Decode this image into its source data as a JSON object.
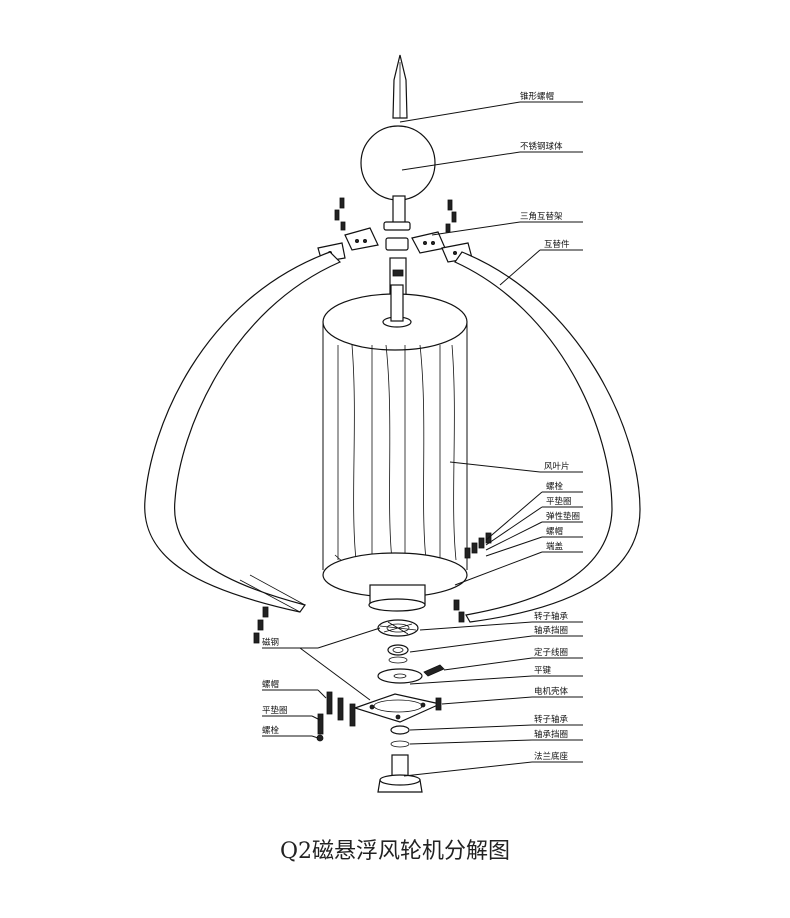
{
  "caption": "Q2磁悬浮风轮机分解图",
  "labels": {
    "cone_nut": "锥形螺帽",
    "steel_ball": "不锈钢球体",
    "triangle_bracket": "三角互替架",
    "support_arm": "互替件",
    "blade": "风叶片",
    "nut_r": "螺栓",
    "flat_washer_r": "平垫圈",
    "spring_washer_r": "弹性垫圈",
    "bolt_r": "螺帽",
    "end_cap": "端盖",
    "magnet_steel": "磁钢",
    "rotor_bearing_1": "转子轴承",
    "bearing_retainer_1": "轴承挡圈",
    "stator_coil": "定子线圈",
    "flat_key": "平键",
    "motor_housing": "电机壳体",
    "rotor_bearing_2": "转子轴承",
    "bearing_retainer_2": "轴承挡圈",
    "flange_base": "法兰底座",
    "bolt_l": "螺帽",
    "flat_washer_l": "平垫圈",
    "nut_l": "螺栓"
  }
}
